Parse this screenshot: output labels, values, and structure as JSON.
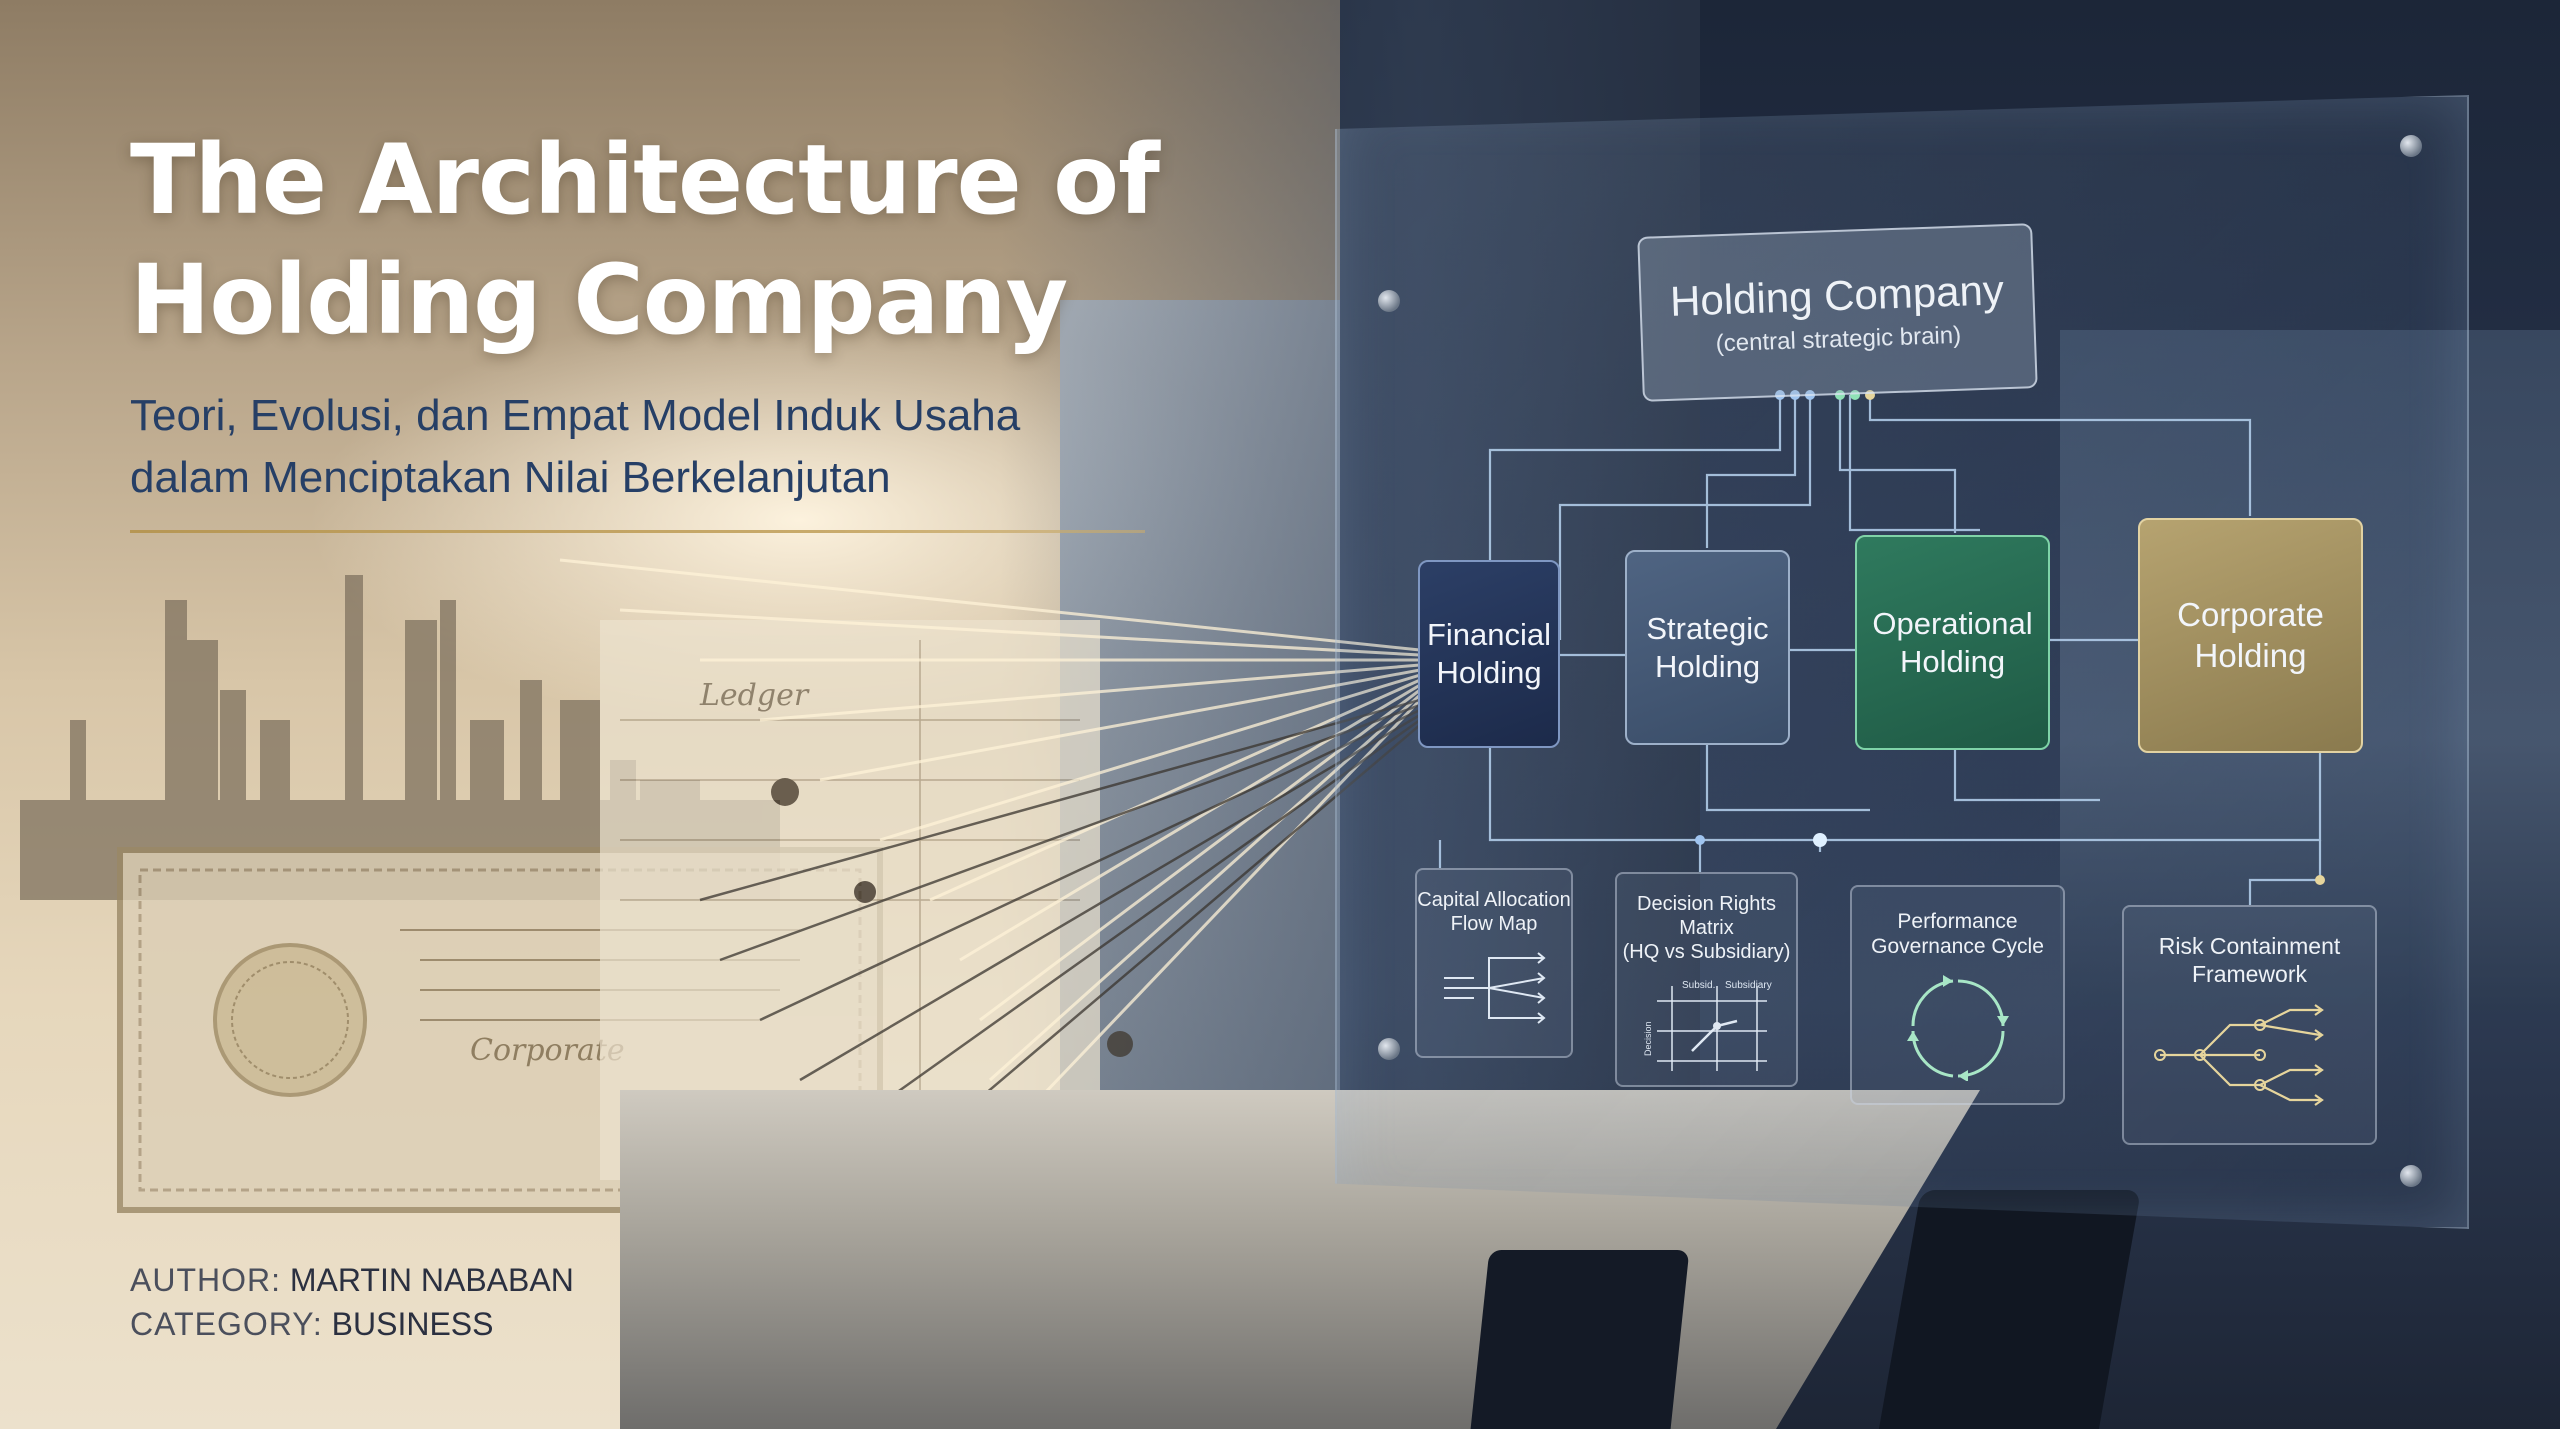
{
  "cover": {
    "title_line1": "The Architecture of",
    "title_line2": "Holding Company",
    "subtitle_line1": "Teori, Evolusi, dan Empat Model Induk Usaha",
    "subtitle_line2": "dalam Menciptakan Nilai Berkelanjutan",
    "author_label": "AUTHOR:",
    "author_value": "MARTIN NABABAN",
    "category_label": "CATEGORY:",
    "category_value": "BUSINESS"
  },
  "illustration": {
    "ledger_text": "Ledger",
    "certificate_text": "Corporate"
  },
  "diagram": {
    "holding": {
      "title": "Holding Company",
      "subtitle": "(central strategic brain)"
    },
    "models": [
      {
        "line1": "Financial",
        "line2": "Holding"
      },
      {
        "line1": "Strategic",
        "line2": "Holding"
      },
      {
        "line1": "Operational",
        "line2": "Holding"
      },
      {
        "line1": "Corporate",
        "line2": "Holding"
      }
    ],
    "frameworks": [
      {
        "line1": "Capital Allocation",
        "line2": "Flow Map"
      },
      {
        "line1": "Decision Rights Matrix",
        "line2": "(HQ vs Subsidiary)",
        "axis_top_left": "Subsid.",
        "axis_top_right": "Subsidiary",
        "axis_side": "Decision"
      },
      {
        "line1": "Performance",
        "line2": "Governance Cycle"
      },
      {
        "line1": "Risk Containment",
        "line2": "Framework"
      }
    ]
  },
  "colors": {
    "title": "#ffffff",
    "subtitle": "#263f66",
    "divider": "#b69654",
    "financial": "#1c2a4a",
    "strategic": "#3a4d68",
    "operational": "#1f5a45",
    "corporate": "#8a7a4e",
    "connector": "#b7d3f0"
  }
}
